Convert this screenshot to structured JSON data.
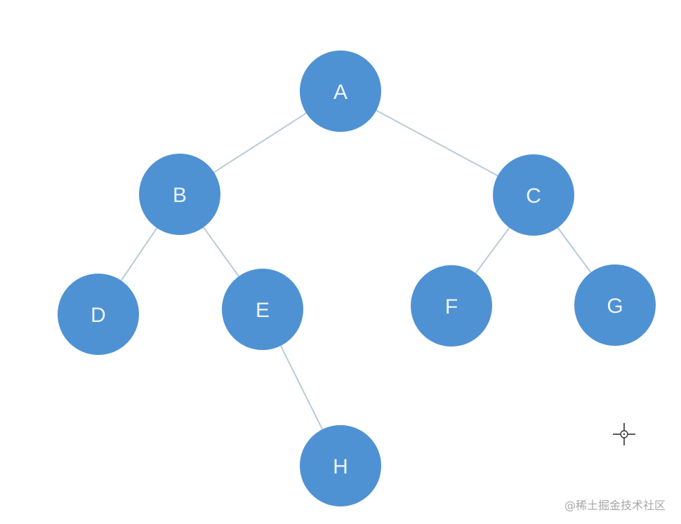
{
  "diagram": {
    "type": "binary-tree",
    "nodes": [
      "A",
      "B",
      "C",
      "D",
      "E",
      "F",
      "G",
      "H"
    ],
    "edges": [
      [
        "A",
        "B"
      ],
      [
        "A",
        "C"
      ],
      [
        "B",
        "D"
      ],
      [
        "B",
        "E"
      ],
      [
        "C",
        "F"
      ],
      [
        "C",
        "G"
      ],
      [
        "E",
        "H"
      ]
    ],
    "colors": {
      "node_fill": "#4f92d4",
      "node_text": "#eef4fb",
      "edge": "#b8cbd8",
      "pointer": "#333333"
    }
  },
  "cursor": {
    "icon": "crosshair-cursor-icon"
  },
  "watermark": {
    "text": "@稀土掘金技术社区"
  }
}
